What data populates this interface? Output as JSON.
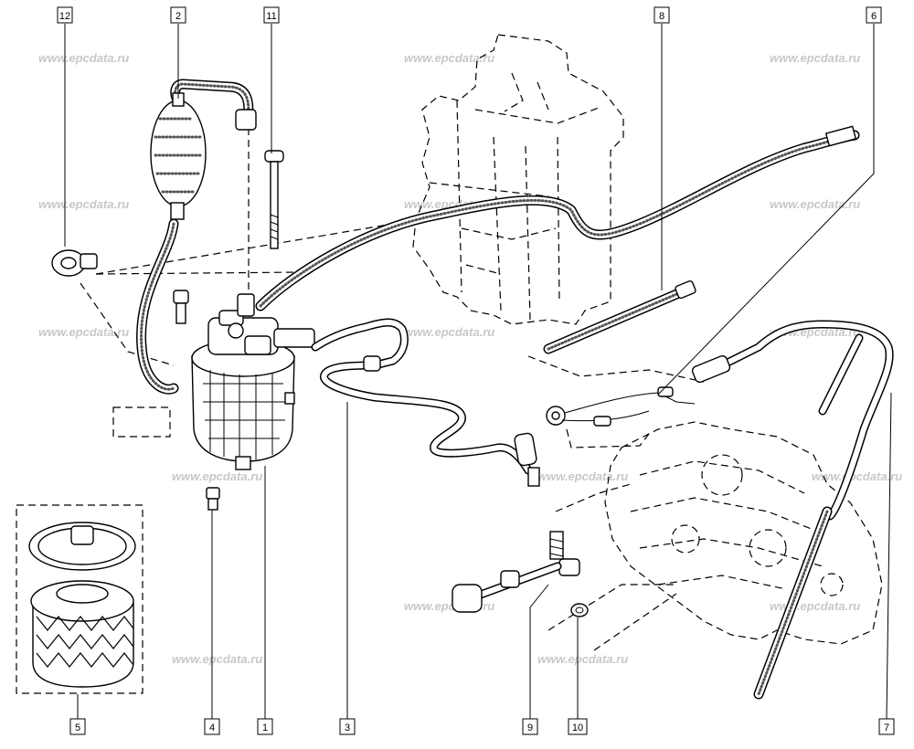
{
  "watermark_text": "www.epcdata.ru",
  "callouts": {
    "c12": "12",
    "c2": "2",
    "c11": "11",
    "c8": "8",
    "c6": "6",
    "c5": "5",
    "c4": "4",
    "c1": "1",
    "c3": "3",
    "c9": "9",
    "c10": "10",
    "c7": "7"
  }
}
